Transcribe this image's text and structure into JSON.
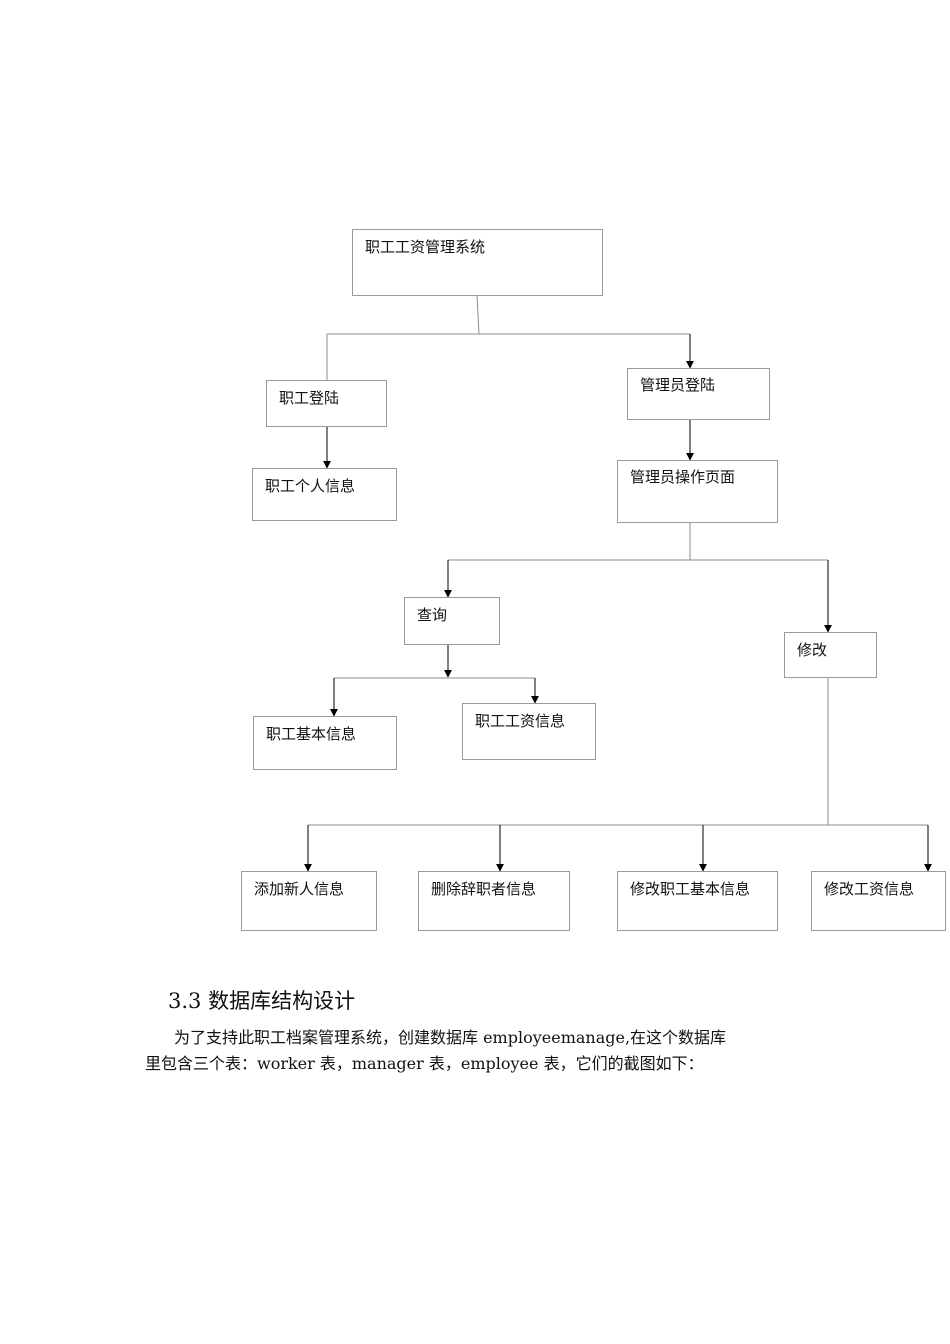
{
  "diagram": {
    "nodes": {
      "root": "职工工资管理系统",
      "staff_login": "职工登陆",
      "admin_login": "管理员登陆",
      "staff_info": "职工个人信息",
      "admin_page": "管理员操作页面",
      "query": "查询",
      "modify": "修改",
      "basic_info": "职工基本信息",
      "salary_info": "职工工资信息",
      "add_new": "添加新人信息",
      "delete_resigned": "删除辞职者信息",
      "modify_basic": "修改职工基本信息",
      "modify_salary": "修改工资信息"
    }
  },
  "section": {
    "heading": "3.3 数据库结构设计",
    "line1": "为了支持此职工档案管理系统，创建数据库 employeemanage,在这个数据库",
    "line2": "里包含三个表：worker 表，manager 表，employee 表，它们的截图如下："
  }
}
